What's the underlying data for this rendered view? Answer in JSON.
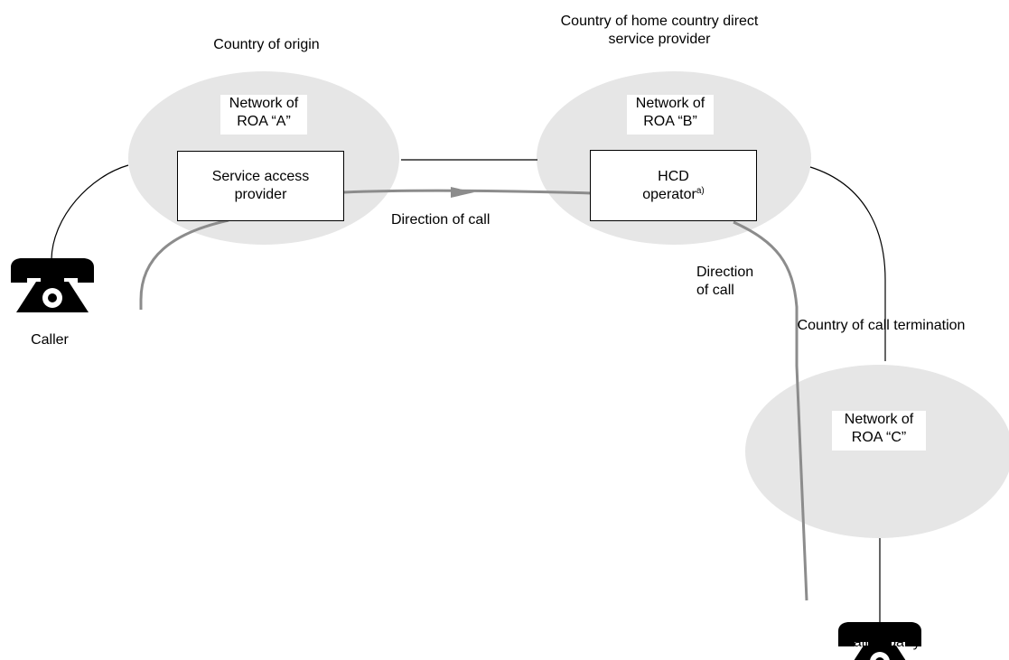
{
  "colors": {
    "network_ellipse": "#e6e6e6",
    "call_path": "#8c8c8c",
    "line": "#000000",
    "background": "#ffffff"
  },
  "labels": {
    "country_origin": "Country of origin",
    "country_hcd_line1": "Country of home country direct",
    "country_hcd_line2": "service provider",
    "country_termination": "Country of call termination",
    "direction_horizontal": "Direction of call",
    "direction_vertical_line1": "Direction",
    "direction_vertical_line2": "of call",
    "caller": "Caller",
    "called_party": "Called party"
  },
  "networks": {
    "a": {
      "line1": "Network of",
      "line2": "ROA “A”"
    },
    "b": {
      "line1": "Network of",
      "line2": "ROA “B”"
    },
    "c": {
      "line1": "Network of",
      "line2": "ROA “C”"
    }
  },
  "nodes": {
    "service_access": {
      "line1": "Service access",
      "line2": "provider"
    },
    "hcd": {
      "line1": "HCD",
      "line2": "operator",
      "sup": "a)"
    }
  },
  "icons": {
    "caller": "telephone-icon",
    "called_party": "telephone-icon",
    "direction": "arrowhead-icon"
  }
}
